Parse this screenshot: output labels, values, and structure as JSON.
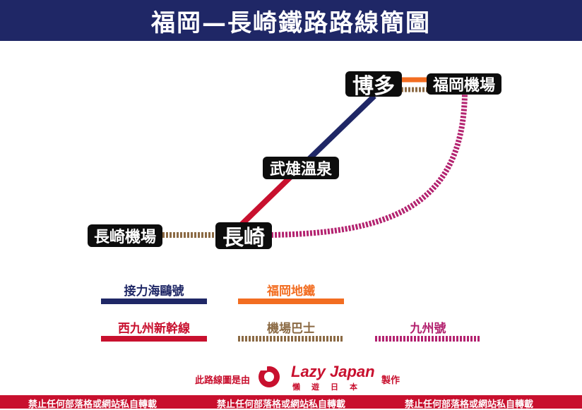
{
  "title": "福岡—長崎鐵路路線簡圖",
  "stations": {
    "hakata": "博多",
    "fukuoka_airport": "福岡機場",
    "takeo_onsen": "武雄溫泉",
    "nagasaki": "長崎",
    "nagasaki_airport": "長崎機場"
  },
  "legend": {
    "relay_kamome": "接力海鷗號",
    "fukuoka_subway": "福岡地鐵",
    "nishi_kyushu_shinkansen": "西九州新幹線",
    "airport_bus": "機場巴士",
    "kyushu_go": "九州號"
  },
  "colors": {
    "navy": "#1f2766",
    "red": "#c8102e",
    "orange": "#f26d21",
    "brown": "#8b6a44",
    "magenta": "#b3226f"
  },
  "credit": {
    "prefix": "此路線圖是由",
    "brand": "Lazy Japan",
    "brand_sub": "懶遊日本",
    "suffix": "製作"
  },
  "footer": {
    "notice_1": "禁止任何部落格或網站私自轉載",
    "notice_2": "禁止任何部落格或網站私自轉載",
    "notice_3": "禁止任何部落格或網站私自轉載"
  }
}
